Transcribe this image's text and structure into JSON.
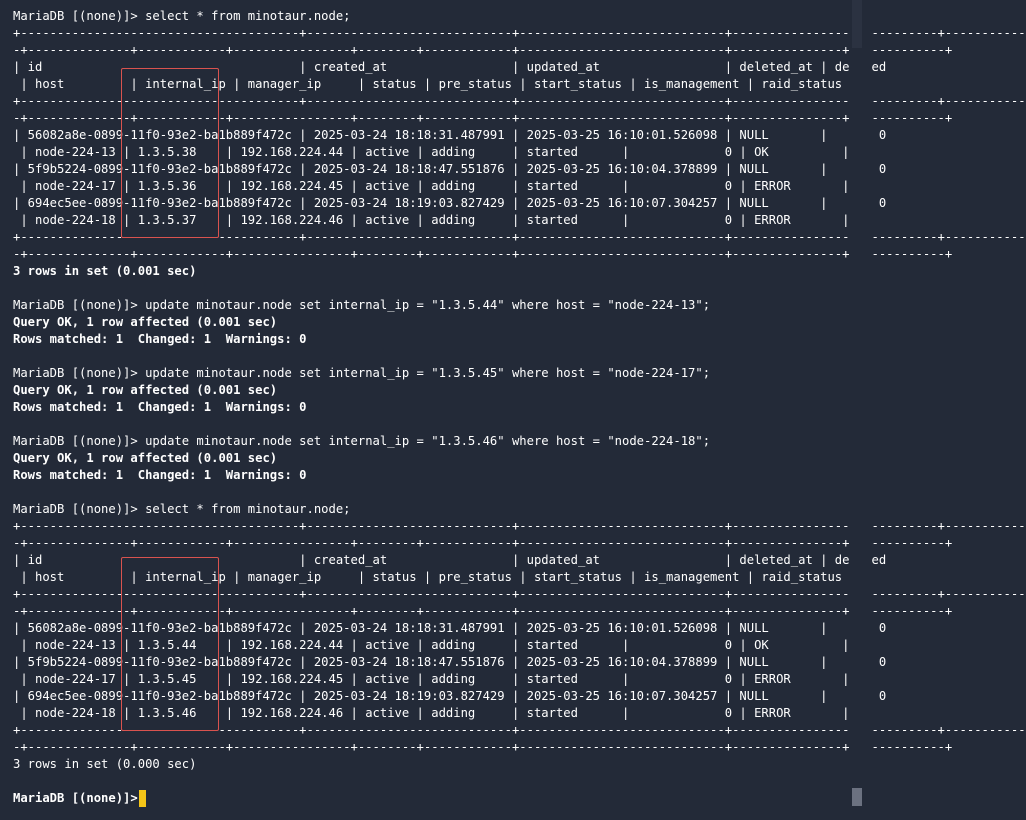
{
  "terminal": {
    "lines": [
      "MariaDB [(none)]> select * from minotaur.node;",
      "+--------------------------------------+----------------------------+----------------------------+----------------------------+-----------",
      "-+--------------+------------+----------------+--------+------------+----------------------------+---------------+-------------+",
      "| id                                   | created_at                 | updated_at                 | deleted_at | deleted",
      " | host         | internal_ip | manager_ip     | status | pre_status | start_status | is_management | raid_status |",
      "+--------------------------------------+----------------------------+----------------------------+----------------------------+-----------",
      "-+--------------+------------+----------------+--------+------------+----------------------------+---------------+-------------+",
      "| 56082a8e-0899-11f0-93e2-ba1b889f472c | 2025-03-24 18:18:31.487991 | 2025-03-25 16:10:01.526098 | NULL       |       0",
      " | node-224-13 | 1.3.5.38    | 192.168.224.44 | active | adding     | started      |             0 | OK          |",
      "| 5f9b5224-0899-11f0-93e2-ba1b889f472c | 2025-03-24 18:18:47.551876 | 2025-03-25 16:10:04.378899 | NULL       |       0",
      " | node-224-17 | 1.3.5.36    | 192.168.224.45 | active | adding     | started      |             0 | ERROR       |",
      "| 694ec5ee-0899-11f0-93e2-ba1b889f472c | 2025-03-24 18:19:03.827429 | 2025-03-25 16:10:07.304257 | NULL       |       0",
      " | node-224-18 | 1.3.5.37    | 192.168.224.46 | active | adding     | started      |             0 | ERROR       |",
      "+--------------------------------------+----------------------------+----------------------------+----------------------------+-----------",
      "-+--------------+------------+----------------+--------+------------+----------------------------+---------------+-------------+",
      "3 rows in set (0.001 sec)",
      "",
      "MariaDB [(none)]> update minotaur.node set internal_ip = \"1.3.5.44\" where host = \"node-224-13\";",
      "Query OK, 1 row affected (0.001 sec)",
      "Rows matched: 1  Changed: 1  Warnings: 0",
      "",
      "MariaDB [(none)]> update minotaur.node set internal_ip = \"1.3.5.45\" where host = \"node-224-17\";",
      "Query OK, 1 row affected (0.001 sec)",
      "Rows matched: 1  Changed: 1  Warnings: 0",
      "",
      "MariaDB [(none)]> update minotaur.node set internal_ip = \"1.3.5.46\" where host = \"node-224-18\";",
      "Query OK, 1 row affected (0.001 sec)",
      "Rows matched: 1  Changed: 1  Warnings: 0",
      "",
      "MariaDB [(none)]> select * from minotaur.node;",
      "+--------------------------------------+----------------------------+----------------------------+----------------------------+-----------",
      "-+--------------+------------+----------------+--------+------------+----------------------------+---------------+-------------+",
      "| id                                   | created_at                 | updated_at                 | deleted_at | deleted",
      " | host         | internal_ip | manager_ip     | status | pre_status | start_status | is_management | raid_status |",
      "+--------------------------------------+----------------------------+----------------------------+----------------------------+-----------",
      "-+--------------+------------+----------------+--------+------------+----------------------------+---------------+-------------+",
      "| 56082a8e-0899-11f0-93e2-ba1b889f472c | 2025-03-24 18:18:31.487991 | 2025-03-25 16:10:01.526098 | NULL       |       0",
      " | node-224-13 | 1.3.5.44    | 192.168.224.44 | active | adding     | started      |             0 | OK          |",
      "| 5f9b5224-0899-11f0-93e2-ba1b889f472c | 2025-03-24 18:18:47.551876 | 2025-03-25 16:10:04.378899 | NULL       |       0",
      " | node-224-17 | 1.3.5.45    | 192.168.224.45 | active | adding     | started      |             0 | ERROR       |",
      "| 694ec5ee-0899-11f0-93e2-ba1b889f472c | 2025-03-24 18:19:03.827429 | 2025-03-25 16:10:07.304257 | NULL       |       0",
      " | node-224-18 | 1.3.5.46    | 192.168.224.46 | active | adding     | started      |             0 | ERROR       |",
      "+--------------------------------------+----------------------------+----------------------------+----------------------------+-----------",
      "-+--------------+------------+----------------+--------+------------+----------------------------+---------------+-------------+",
      "3 rows in set (0.000 sec)",
      "",
      "MariaDB [(none)]> "
    ],
    "bold_lines": [
      15,
      18,
      19,
      22,
      23,
      26,
      27,
      46
    ],
    "cursor_color": "#f5c518",
    "highlight_color": "#d9534f",
    "background": "#232a38"
  }
}
